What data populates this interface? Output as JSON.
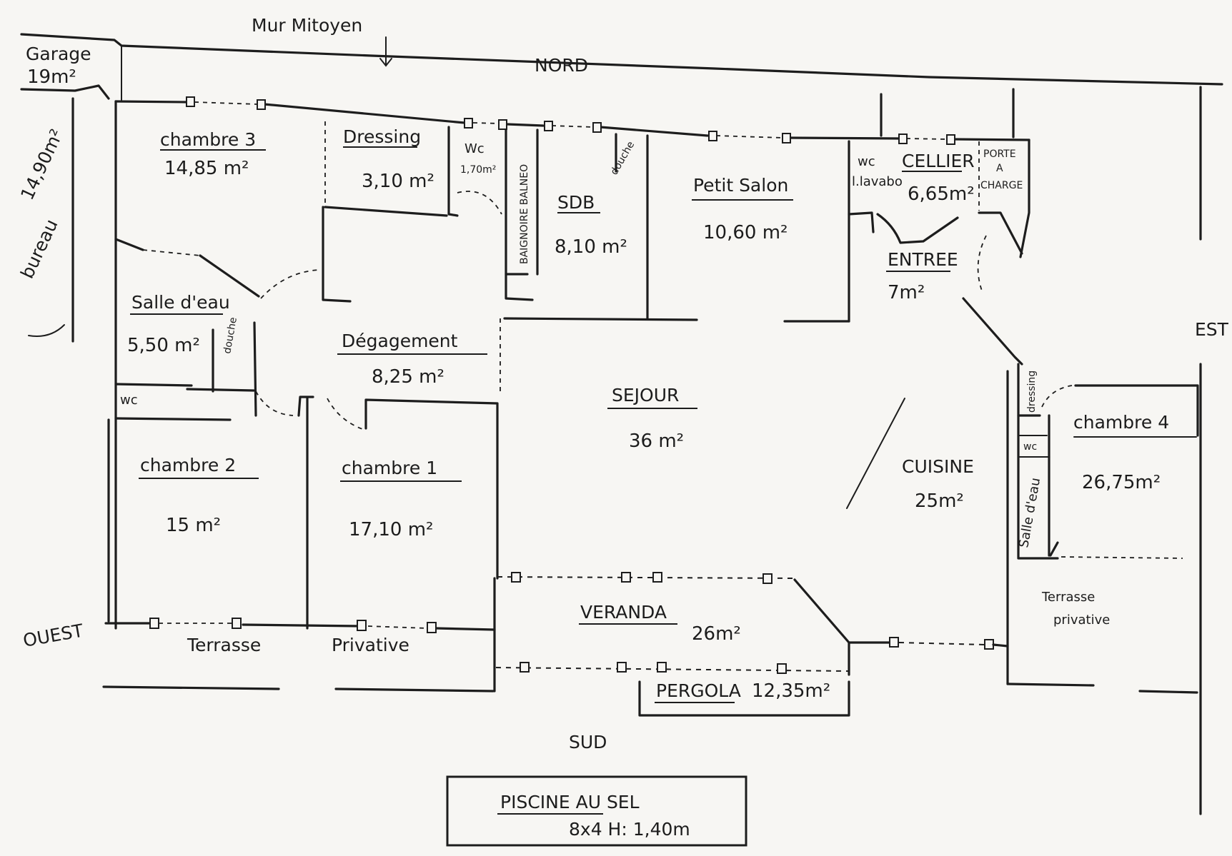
{
  "labels": {
    "mur_mitoyen": "Mur Mitoyen",
    "nord": "NORD",
    "sud": "SUD",
    "est": "EST",
    "ouest": "OUEST",
    "garage": "Garage",
    "garage_area": "19m²",
    "bureau": "bureau",
    "bureau_area": "14,90m²",
    "chambre3": "chambre 3",
    "chambre3_area": "14,85 m²",
    "dressing": "Dressing",
    "dressing_area": "3,10 m²",
    "wc_top": "Wc",
    "wc_top_area": "1,70m²",
    "baignoire": "BAIGNOIRE BALNEO",
    "sdb": "SDB",
    "sdb_area": "8,10 m²",
    "douche_sdb": "douche",
    "petit_salon": "Petit Salon",
    "petit_salon_area": "10,60 m²",
    "wc_cellier": "wc",
    "lavabo": "l.lavabo",
    "cellier": "CELLIER",
    "cellier_area": "6,65m²",
    "porte_line1": "PORTE",
    "porte_line2": "A",
    "porte_line3": "CHARGE",
    "entree": "ENTREE",
    "entree_area": "7m²",
    "salle_eau": "Salle d'eau",
    "salle_eau_area": "5,50 m²",
    "douche": "douche",
    "wc_left": "wc",
    "degagement": "Dégagement",
    "degagement_area": "8,25 m²",
    "sejour": "SEJOUR",
    "sejour_area": "36 m²",
    "cuisine": "CUISINE",
    "cuisine_area": "25m²",
    "chambre2": "chambre 2",
    "chambre2_area": "15 m²",
    "chambre1": "chambre 1",
    "chambre1_area": "17,10 m²",
    "dressing4": "dressing",
    "wc4": "wc",
    "salle_eau4": "Salle d'eau",
    "chambre4": "chambre 4",
    "chambre4_area": "26,75m²",
    "terrasse_priv_e_line1": "Terrasse",
    "terrasse_priv_e_line2": "privative",
    "veranda": "VERANDA",
    "veranda_area": "26m²",
    "terrasse_sw_1": "Terrasse",
    "terrasse_sw_2": "Privative",
    "pergola": "PERGOLA",
    "pergola_area": "12,35m²",
    "piscine_line1": "PISCINE AU SEL",
    "piscine_line2": "8x4    H: 1,40m"
  }
}
